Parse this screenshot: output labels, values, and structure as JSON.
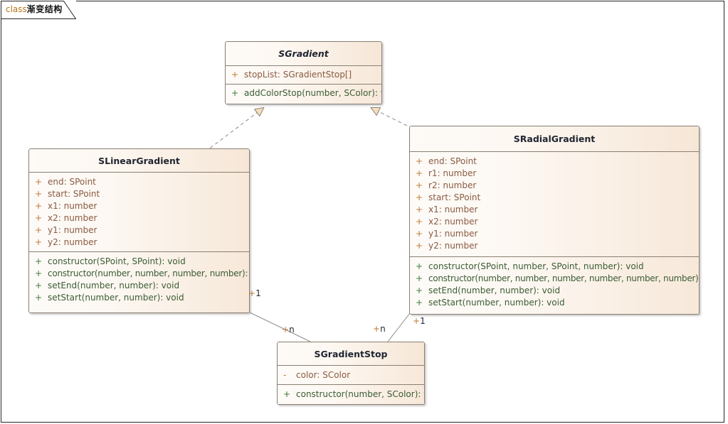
{
  "diagram": {
    "tab": {
      "keyword": "class",
      "name": "渐变结构"
    },
    "classes": [
      {
        "id": "sgradient",
        "name": "SGradient",
        "abstract": true,
        "attributes": [
          {
            "visibility": "+",
            "text": "stopList: SGradientStop[]"
          }
        ],
        "methods": [
          {
            "visibility": "+",
            "text": "addColorStop(number, SColor): void"
          }
        ]
      },
      {
        "id": "slineargradient",
        "name": "SLinearGradient",
        "abstract": false,
        "attributes": [
          {
            "visibility": "+",
            "text": "end: SPoint"
          },
          {
            "visibility": "+",
            "text": "start: SPoint"
          },
          {
            "visibility": "+",
            "text": "x1: number"
          },
          {
            "visibility": "+",
            "text": "x2: number"
          },
          {
            "visibility": "+",
            "text": "y1: number"
          },
          {
            "visibility": "+",
            "text": "y2: number"
          }
        ],
        "methods": [
          {
            "visibility": "+",
            "text": "constructor(SPoint, SPoint): void"
          },
          {
            "visibility": "+",
            "text": "constructor(number, number, number, number): void"
          },
          {
            "visibility": "+",
            "text": "setEnd(number, number): void"
          },
          {
            "visibility": "+",
            "text": "setStart(number, number): void"
          }
        ]
      },
      {
        "id": "sradialgradient",
        "name": "SRadialGradient",
        "abstract": false,
        "attributes": [
          {
            "visibility": "+",
            "text": "end: SPoint"
          },
          {
            "visibility": "+",
            "text": "r1: number"
          },
          {
            "visibility": "+",
            "text": "r2: number"
          },
          {
            "visibility": "+",
            "text": "start: SPoint"
          },
          {
            "visibility": "+",
            "text": "x1: number"
          },
          {
            "visibility": "+",
            "text": "x2: number"
          },
          {
            "visibility": "+",
            "text": "y1: number"
          },
          {
            "visibility": "+",
            "text": "y2: number"
          }
        ],
        "methods": [
          {
            "visibility": "+",
            "text": "constructor(SPoint, number, SPoint, number): void"
          },
          {
            "visibility": "+",
            "text": "constructor(number, number, number, number, number, number): void"
          },
          {
            "visibility": "+",
            "text": "setEnd(number, number): void"
          },
          {
            "visibility": "+",
            "text": "setStart(number, number): void"
          }
        ]
      },
      {
        "id": "sgradientstop",
        "name": "SGradientStop",
        "abstract": false,
        "attributes": [
          {
            "visibility": "-",
            "text": "color: SColor"
          }
        ],
        "methods": [
          {
            "visibility": "+",
            "text": "constructor(number, SColor): void"
          }
        ]
      }
    ],
    "relations": [
      {
        "id": "rel-linear-gradient",
        "kind": "realization",
        "from": "SLinearGradient",
        "to": "SGradient"
      },
      {
        "id": "rel-radial-gradient",
        "kind": "realization",
        "from": "SRadialGradient",
        "to": "SGradient"
      },
      {
        "id": "rel-linear-stop",
        "kind": "association",
        "from": "SLinearGradient",
        "to": "SGradientStop"
      },
      {
        "id": "rel-radial-stop",
        "kind": "association",
        "from": "SRadialGradient",
        "to": "SGradientStop"
      }
    ],
    "multiplicities": [
      {
        "id": "mult-linear-1",
        "plus": "+",
        "value": "1"
      },
      {
        "id": "mult-linear-n",
        "plus": "+",
        "value": "n"
      },
      {
        "id": "mult-radial-n",
        "plus": "+",
        "value": "n"
      },
      {
        "id": "mult-radial-1",
        "plus": "+",
        "value": "1"
      }
    ],
    "colors": {
      "box_border": "#8a7f72",
      "header_gradient_end": "#f6e6d6",
      "attribute_text": "#8a5a41",
      "method_text": "#3a5c32",
      "line": "#8a8a8a",
      "frame": "#262626"
    }
  }
}
